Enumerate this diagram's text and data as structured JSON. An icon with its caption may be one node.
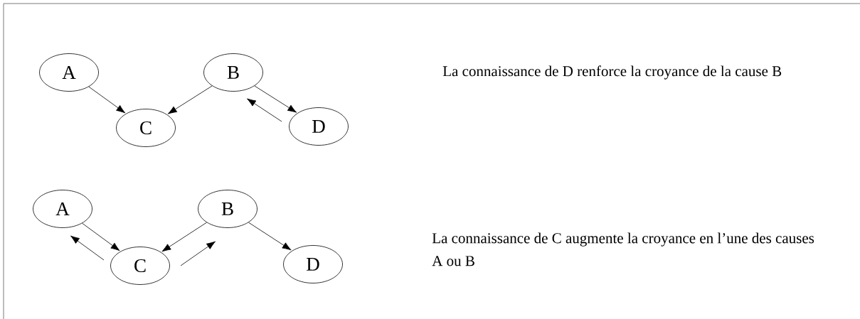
{
  "diagram": {
    "nodes": [
      {
        "text": [
          "A"
        ]
      },
      {
        "text": [
          "B"
        ]
      },
      {
        "text": [
          "C"
        ]
      },
      {
        "text": [
          "D"
        ]
      },
      {
        "text": [
          "A"
        ]
      },
      {
        "text": [
          "B"
        ]
      },
      {
        "text": [
          "C"
        ]
      },
      {
        "text": [
          "D"
        ]
      }
    ],
    "edges": [
      {
        "from": 0,
        "to": 2,
        "arrow": "to"
      },
      {
        "from": 1,
        "to": 2,
        "arrow": "to"
      },
      {
        "from": 1,
        "to": 3,
        "arrow": "to"
      },
      {
        "from": 4,
        "to": 6,
        "arrow": "to"
      },
      {
        "from": 5,
        "to": 6,
        "arrow": "to"
      },
      {
        "from": 5,
        "to": 7,
        "arrow": "to"
      }
    ],
    "labels": [
      "La connaissance de D renforce la croyance de la cause B",
      "La connaissance de C augmente la croyance en l’une des causes A ou B"
    ]
  }
}
